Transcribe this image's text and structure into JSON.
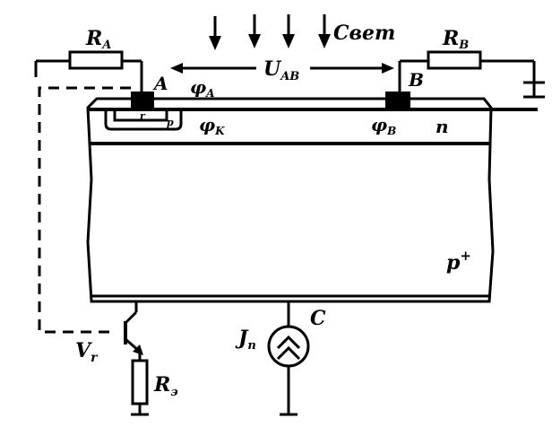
{
  "labels": {
    "light": "Свет",
    "r_a_main": "R",
    "r_a_sub": "A",
    "r_b_main": "R",
    "r_b_sub": "B",
    "u_ab_main": "U",
    "u_ab_sub": "AB",
    "node_a": "A",
    "node_b": "B",
    "node_c": "C",
    "phi_a_main": "φ",
    "phi_a_sub": "A",
    "phi_k_main": "φ",
    "phi_k_sub": "K",
    "phi_b_main": "φ",
    "phi_b_sub": "B",
    "region_n": "n",
    "region_p_main": "p",
    "region_p_sup": "+",
    "pocket_r": "r",
    "pocket_p": "p",
    "source_main": "J",
    "source_sub": "n",
    "transistor_main": "V",
    "transistor_sub": "r",
    "r_e_main": "R",
    "r_e_sub": "э"
  }
}
